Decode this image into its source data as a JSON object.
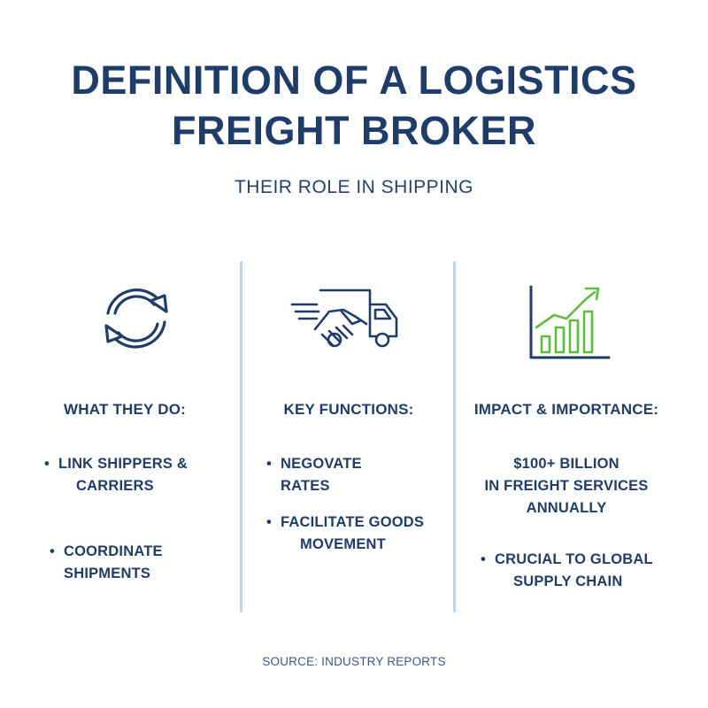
{
  "title_line1": "DEFINITION OF A LOGISTICS",
  "title_line2": "FREIGHT BROKER",
  "subtitle": "THEIR ROLE IN SHIPPING",
  "colors": {
    "navy": "#1f3d6b",
    "divider": "#b9d6ec",
    "green": "#5cbf3a"
  },
  "columns": [
    {
      "icon": "refresh-cycle-icon",
      "heading": "WHAT THEY DO:",
      "items": [
        {
          "bullet": "•",
          "line1": "LINK SHIPPERS &",
          "line2": "CARRIERS"
        },
        {
          "bullet": "•",
          "line1": "COORDINATE",
          "line2": "SHIPMENTS"
        }
      ]
    },
    {
      "icon": "handshake-truck-icon",
      "heading": "KEY FUNCTIONS:",
      "items": [
        {
          "bullet": "•",
          "line1": "NEGOVATE",
          "line2": "RATES"
        },
        {
          "bullet": "•",
          "line1": "FACILITATE GOODS",
          "line2": "MOVEMENT"
        }
      ]
    },
    {
      "icon": "growth-bar-chart-icon",
      "heading": "IMPACT & IMPORTANCE:",
      "items": [
        {
          "line1": "$100+ BILLION",
          "line2": "IN FREIGHT SERVICES",
          "line3": "ANNUALLY"
        },
        {
          "bullet": "•",
          "line1": "CRUCIAL TO GLOBAL",
          "line2": "SUPPLY CHAIN"
        }
      ]
    }
  ],
  "source": "SOURCE: INDUSTRY REPORTS"
}
